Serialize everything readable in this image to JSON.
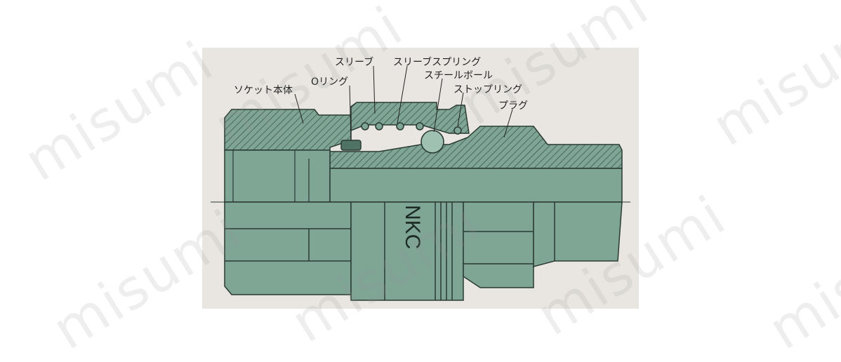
{
  "diagram": {
    "brand_mark": "NKC",
    "labels": {
      "socket_body": "ソケット本体",
      "o_ring": "Oリング",
      "sleeve": "スリーブ",
      "sleeve_spring": "スリーブスプリング",
      "steel_ball": "スチールボール",
      "stop_ring": "ストップリング",
      "plug": "プラグ"
    }
  },
  "watermark": {
    "text": "misumi"
  },
  "colors": {
    "panel_bg": "#e9e6e1",
    "body_fill": "#7fa595",
    "body_dark": "#4f7364",
    "outline": "#2a3a33",
    "hatch": "#3c5a4e"
  }
}
